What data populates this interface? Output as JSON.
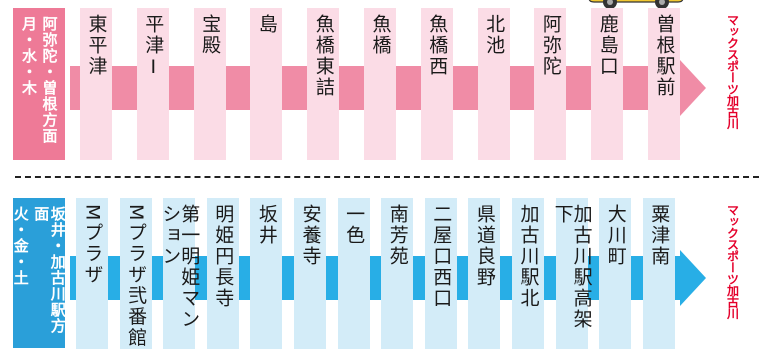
{
  "routes": [
    {
      "id": "pink",
      "side_label": [
        "阿弥陀・曽根方面",
        "月・水・木"
      ],
      "stops": [
        "東平津",
        "平津Ⅰ",
        "宝殿",
        "島",
        "魚橋東詰",
        "魚橋",
        "魚橋西",
        "北池",
        "阿弥陀",
        "鹿島口",
        "曽根駅前"
      ],
      "destination": "マックスポーツ加古川"
    },
    {
      "id": "blue",
      "side_label": [
        "坂井・加古川駅方面",
        "火・金・土"
      ],
      "stops": [
        "Mプラザ",
        "Mプラザ弐番館",
        "第一明姫マンション",
        "明姫円長寺",
        "坂井",
        "安養寺",
        "一色",
        "南芳苑",
        "二屋口西口",
        "県道良野",
        "加古川駅北",
        "加古川駅高架下",
        "大川町",
        "粟津南"
      ],
      "destination": "マックスポーツ加古川"
    }
  ],
  "colors": {
    "pink_band": "#f08ca6",
    "pink_stop": "#fbdce6",
    "pink_label": "#ee7a97",
    "blue_band": "#28aee6",
    "blue_stop": "#d3ecf8",
    "blue_label": "#2a9fd9",
    "destination_text": "#e4002b"
  },
  "icons": {
    "bus": "bus-illustration"
  }
}
